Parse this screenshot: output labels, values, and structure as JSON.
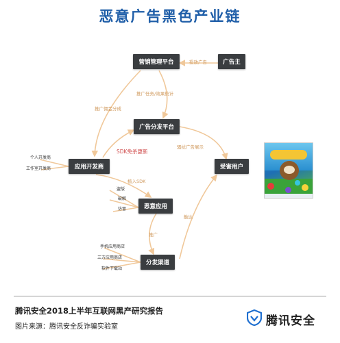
{
  "title": "恶意广告黑色产业链",
  "nodes": {
    "yingxiao": "营销管理平台",
    "guanggaozhu": "广告主",
    "fenfa": "广告分发平台",
    "kaifashang": "应用开发商",
    "shouhai": "受害用户",
    "eyi": "恶意应用",
    "qudao": "分发渠道"
  },
  "edge_labels": {
    "toufang": "投放广告",
    "tuiguang": "推广任务/效果统计",
    "yongjin": "推广佣金分成",
    "sdk_update": "SDK免杀更新",
    "saorao": "骚扰广告展示",
    "jieru": "植入SDK",
    "tuiguang2": "推广",
    "chuban": "触达"
  },
  "side_lists": {
    "developers": [
      "个人开发商",
      "工作室开发商"
    ],
    "methods": [
      "盗版",
      "破解",
      "仿冒"
    ],
    "channels": [
      "手机应用商店",
      "三方应用商店",
      "软件下载站"
    ]
  },
  "footer": {
    "report": "腾讯安全2018上半年互联网黑产研究报告",
    "source": "图片来源：腾讯安全反诈骗实验室",
    "brand": "腾讯安全"
  },
  "colors": {
    "title": "#1f5ea8",
    "node": "#3a3d40",
    "arrow": "#f0c89a",
    "label": "#d09a5e",
    "highlight": "#cf4a4a"
  },
  "icons": [
    "shield-icon"
  ]
}
